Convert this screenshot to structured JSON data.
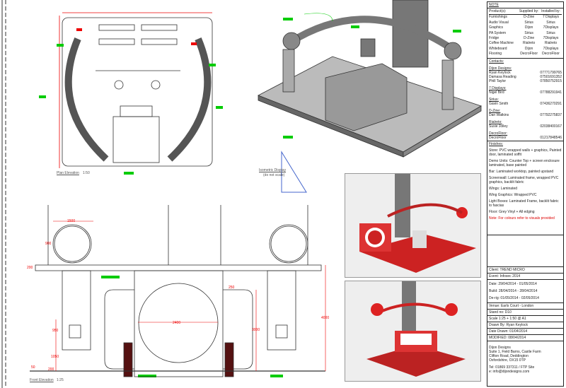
{
  "note_title": "NOTE",
  "products": {
    "headers": [
      "Product(s):",
      "Supplied by:",
      "Installed by:"
    ],
    "rows": [
      [
        "Furnishings",
        "D-Zine",
        "7 Displays"
      ],
      [
        "Audio Visual",
        "Sirius",
        "Sirius"
      ],
      [
        "Graphics",
        "Dijon",
        "7Displays"
      ],
      [
        "PA System",
        "Sirius",
        "Sirius"
      ],
      [
        "Fridge",
        "D-Zine",
        "7Displays"
      ],
      [
        "Coffee Machine",
        "Rialreto",
        "Rialreto"
      ],
      [
        "Whiteboard",
        "Dijon",
        "7Displays"
      ],
      [
        "Flooring",
        "DecroFloor",
        "DecroFloor"
      ]
    ]
  },
  "contacts_title": "Contacts:",
  "contacts": [
    {
      "company": "Dijon Designs:",
      "people": [
        [
          "Ryan Keylock",
          "07771799765"
        ],
        [
          "Damasa Reading",
          "07501691352"
        ],
        [
          "Phill Taylor",
          "07850752915"
        ]
      ]
    },
    {
      "company": "7 Displays:",
      "people": [
        [
          "Nigel Bird",
          "07788291941"
        ]
      ]
    },
    {
      "company": "Sirius:",
      "people": [
        [
          "Gavin Smith",
          "07436270291"
        ]
      ]
    },
    {
      "company": "D-Zine:",
      "people": [
        [
          "Dan Watkins",
          "07792275837"
        ]
      ]
    },
    {
      "company": "Rialreto:",
      "people": [
        [
          "Susie Jolley",
          "02038400167"
        ]
      ]
    },
    {
      "company": "DecroFloor:",
      "people": [
        [
          "DecroFloor",
          "01217848546"
        ]
      ]
    }
  ],
  "finishes_title": "Finishes:",
  "finishes": [
    "Store: PVC wrapped walls + graphics, Painted door, laminated soffit",
    "Demo Units: Counter Top + screen enclosure laminated, base painted",
    "Bar: Laminated worktop, painted upstand",
    "Screenwall: Laminated frame, wrapped PVC graphics, backlit fabric",
    "Wings: Laminated",
    "Wing Graphics: Wrapped PVC",
    "Light Boxes: Laminated Frame, backlit fabric to fascias",
    "Floor: Grey Vinyl + All edging"
  ],
  "finishes_note": "Note: For colours refer to visuals provided",
  "info": {
    "client": "Client: TREND MICRO",
    "event": "Event: Infosec 2014",
    "date": "Date: 29/04/2014 - 01/05/2014",
    "build": "Build: 28/04/2014 - 28/04/2014",
    "derig": "De-rig: 01/05/2014 - 02/05/2014",
    "venue": "Venue: Earls Court - London",
    "stand": "Stand no: D10",
    "scale": "Scale 1:25 + 1:50 @ A1",
    "drawn_by": "Drawn By: Ryan Keylock",
    "date_drawn": "Date Drawn: 01/04/2014",
    "modified": "MODIFIED: 08/04/2014"
  },
  "address": [
    "Dijon Designs",
    "Suite 1, Field Barns, Castle Farm",
    "Clifton Road, Deddington",
    "Oxfordshire, OX15 0TP"
  ],
  "contact_line": "Tel: 01869 337311 / FTP Site",
  "email": "e: info@dijondesigns.com",
  "labels": {
    "plan": "Plan Elevation",
    "plan_scale": "1:50",
    "front": "Front Elevation",
    "front_scale": "1:25",
    "iso": "Isometric Display",
    "iso_note": "(do not scale)"
  },
  "dims": {
    "d1500": "1500",
    "d900": "900",
    "d200": "200",
    "d250": "250",
    "d2400": "2400",
    "d3000": "3000",
    "d4000": "4000",
    "d950": "950",
    "d1050": "1050",
    "d50": "50",
    "d200b": "200"
  },
  "colors": {
    "dim": "#e00000",
    "callout": "#00cc00",
    "line": "#333333"
  }
}
